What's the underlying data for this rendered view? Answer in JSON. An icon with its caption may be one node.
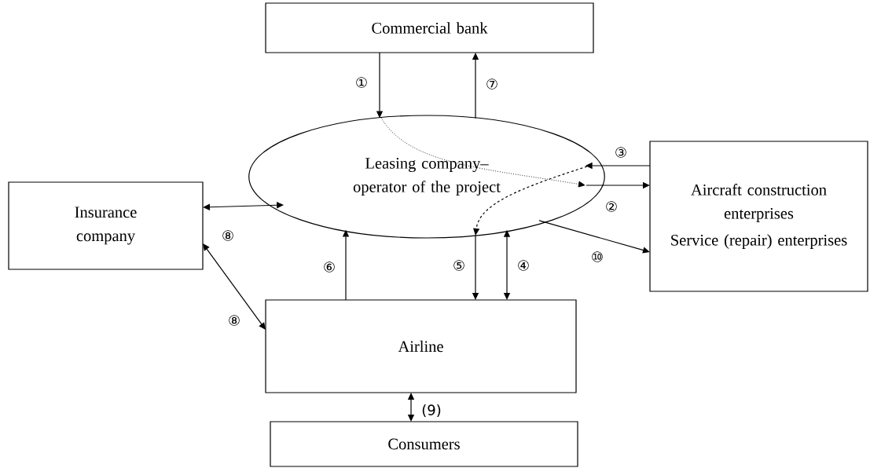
{
  "diagram": {
    "nodes": [
      {
        "text": [
          "Commercial bank"
        ]
      },
      {
        "text": [
          "Leasing company– operator of the project"
        ]
      },
      {
        "text": [
          "Insurance company"
        ]
      },
      {
        "text": [
          "Aircraft construction enterprises",
          "Service (repair) enterprises"
        ]
      },
      {
        "text": [
          "Airline"
        ]
      },
      {
        "text": [
          "Consumers"
        ]
      }
    ],
    "edges": [
      {
        "from": 0,
        "to": 1,
        "arrow": "to",
        "label": "①"
      },
      {
        "from": 1,
        "to": 0,
        "arrow": "to",
        "label": "⑦"
      },
      {
        "from": 3,
        "to": 1,
        "arrow": "to",
        "label": "③"
      },
      {
        "from": 1,
        "to": 3,
        "arrow": "to",
        "label": "②"
      },
      {
        "from": 1,
        "to": 3,
        "arrow": "to",
        "label": "⑩"
      },
      {
        "from": 1,
        "to": 4,
        "arrow": "to",
        "label": "⑤"
      },
      {
        "from": 1,
        "to": 4,
        "arrow": "both",
        "label": "④"
      },
      {
        "from": 4,
        "to": 1,
        "arrow": "to",
        "label": "⑥"
      },
      {
        "from": 2,
        "to": 1,
        "arrow": "both",
        "label": "⑧"
      },
      {
        "from": 2,
        "to": 4,
        "arrow": "both",
        "label": "⑧"
      },
      {
        "from": 4,
        "to": 5,
        "arrow": "both",
        "label": "(9)"
      }
    ]
  }
}
